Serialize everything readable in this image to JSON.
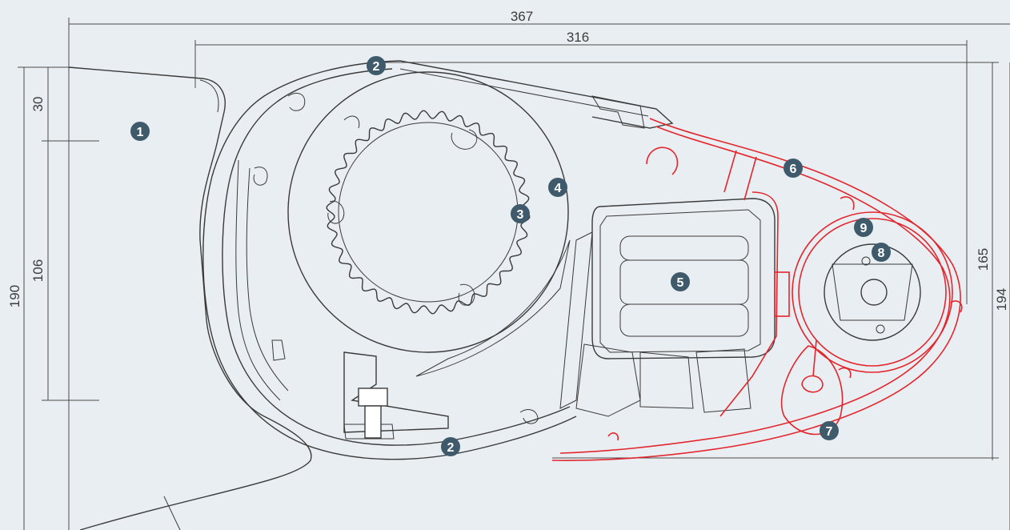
{
  "dimensions": {
    "total_width": "367",
    "inner_width": "316",
    "left_top": "30",
    "left_middle": "106",
    "left_total": "190",
    "right_inner": "165",
    "right_total": "194"
  },
  "callouts": [
    {
      "label": "1"
    },
    {
      "label": "2"
    },
    {
      "label": "2"
    },
    {
      "label": "3"
    },
    {
      "label": "4"
    },
    {
      "label": "5"
    },
    {
      "label": "6"
    },
    {
      "label": "7"
    },
    {
      "label": "8"
    },
    {
      "label": "9"
    }
  ],
  "colors": {
    "background": "#e9eef2",
    "badge": "#3e5a6b",
    "highlight": "#e3262d",
    "line": "#3a3a3a"
  }
}
